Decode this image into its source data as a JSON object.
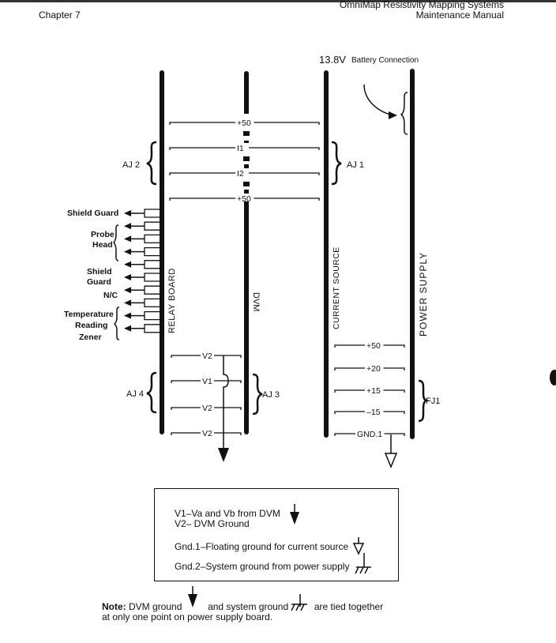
{
  "header": {
    "chapter": "Chapter 7",
    "title_line1": "OmniMap Resistivity Mapping Systems",
    "title_line2": "Maintenance Manual"
  },
  "battery_label_big": "13.8V",
  "battery_label_small": "Battery Connection",
  "boards": {
    "relay": "RELAY BOARD",
    "dvm": "DVM",
    "current": "CURRENT SOURCE",
    "power": "POWER SUPPLY"
  },
  "connectors": {
    "aj1": "AJ 1",
    "aj2": "AJ 2",
    "aj3": "AJ 3",
    "aj4": "AJ 4",
    "fj1": "FJ1"
  },
  "aj_signals": [
    "+50",
    "I1",
    "I2",
    "+50"
  ],
  "dvm_signals": [
    "V2",
    "V1",
    "V2",
    "V2"
  ],
  "power_signals": [
    "+50",
    "+20",
    "+15",
    "–15",
    "GND.1"
  ],
  "relay_outputs": {
    "shield_guard_top": "Shield Guard",
    "probe": "Probe",
    "head": "Head",
    "shield": "Shield",
    "guard": "Guard",
    "nc": "N/C",
    "temperature": "Temperature",
    "reading": "Reading",
    "zener": "Zener"
  },
  "legend": {
    "v1": "V1–Va and Vb from DVM",
    "v2": "V2– DVM Ground",
    "gnd1": "Gnd.1–Floating ground for current source",
    "gnd2": "Gnd.2–System ground from power supply"
  },
  "note": {
    "bold": "Note:",
    "part1": "DVM ground",
    "part2": "and system ground",
    "part3": "are tied together",
    "line2": "at only one point on power supply board."
  }
}
